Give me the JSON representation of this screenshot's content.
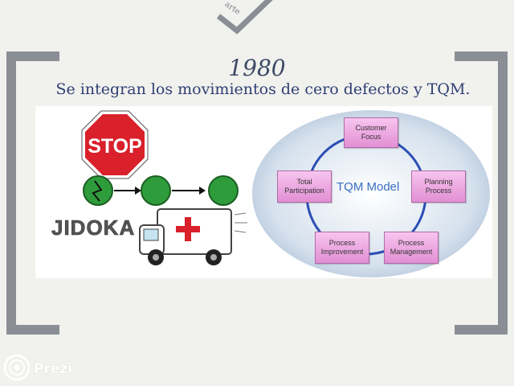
{
  "tick": {
    "partial_text": "arte"
  },
  "slide": {
    "year": "1980",
    "subtitle": "Se integran los movimientos de cero defectos y TQM."
  },
  "jidoka": {
    "stop_text": "STOP",
    "label": "JIDOKA"
  },
  "tqm": {
    "center_label": "TQM Model",
    "boxes": [
      {
        "label": "Customer\nFocus"
      },
      {
        "label": "Planning\nProcess"
      },
      {
        "label": "Process\nManagement"
      },
      {
        "label": "Process\nImprovement"
      },
      {
        "label": "Total\nParticipation"
      }
    ]
  },
  "branding": {
    "logo_text": "Prezi"
  },
  "colors": {
    "bracket": "#8b8f95",
    "title": "#2f3f73",
    "tqm_circle": "#2d4fb5",
    "box_fill": "#e9a7de",
    "stop_red": "#d9202b",
    "light_green": "#2e9c3a"
  }
}
